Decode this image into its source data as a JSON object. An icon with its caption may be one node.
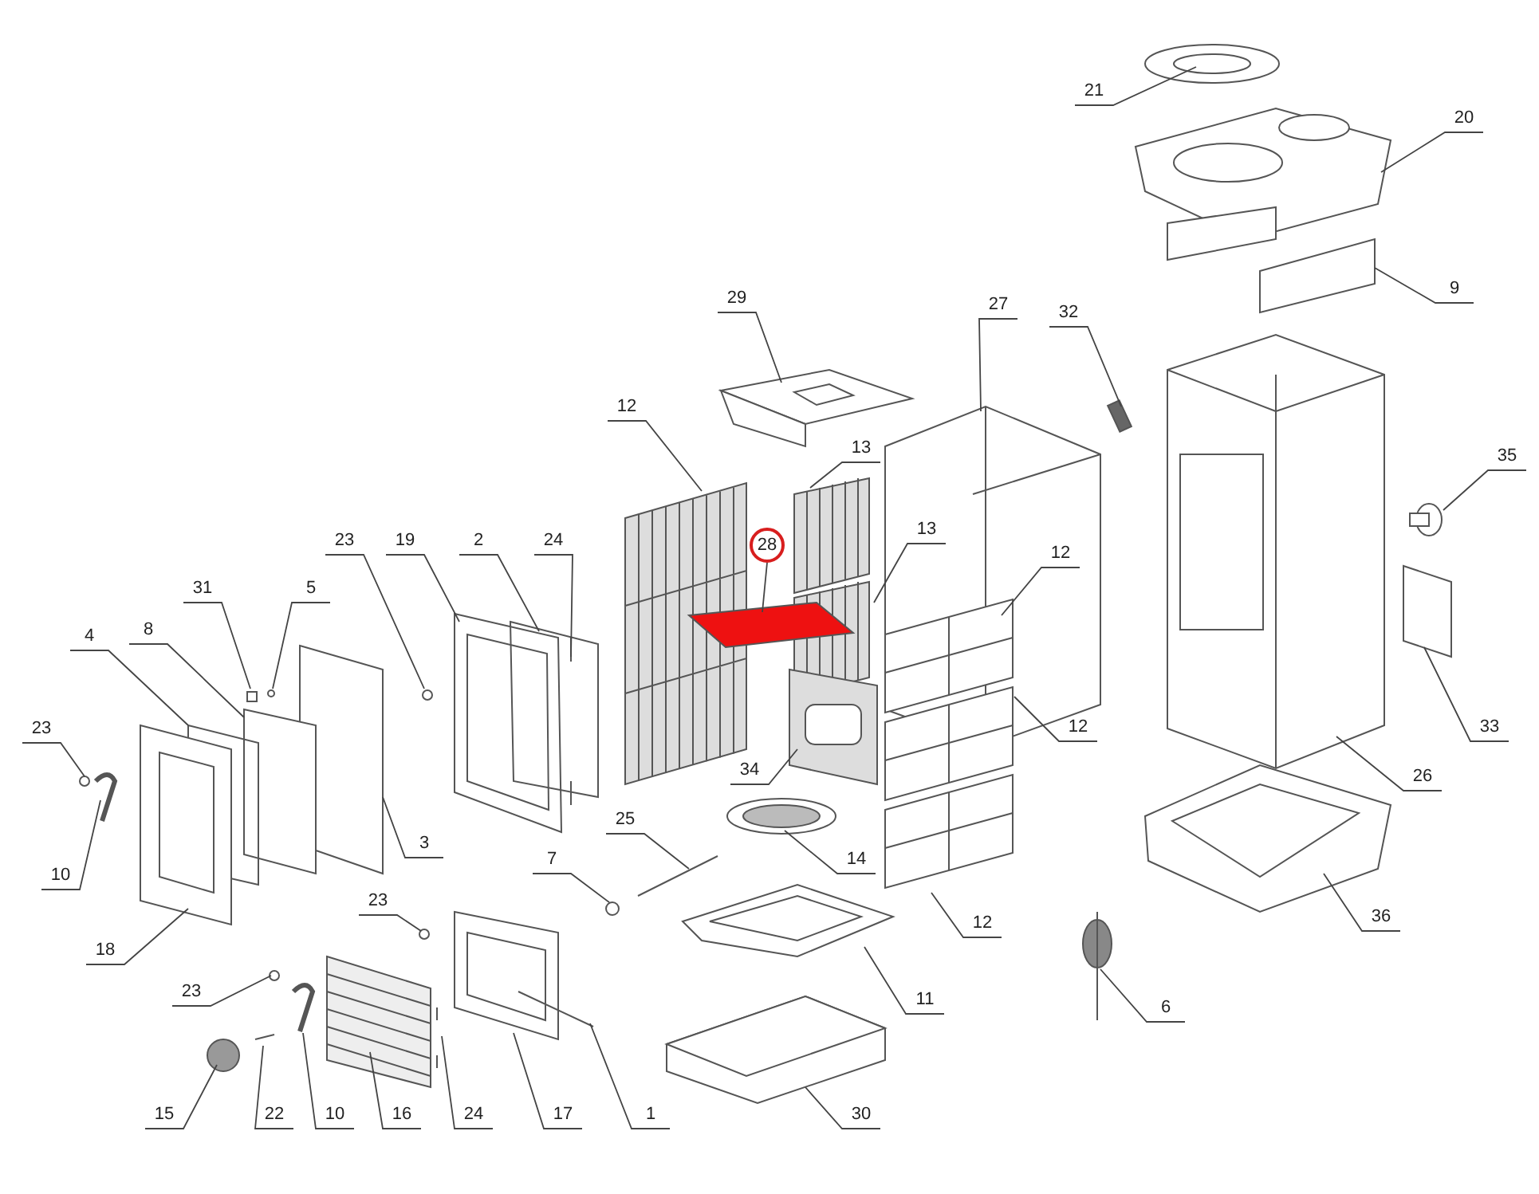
{
  "diagram": {
    "nodes": [
      {
        "text": [
          "21"
        ]
      },
      {
        "text": [
          "20"
        ]
      },
      {
        "text": [
          "9"
        ]
      },
      {
        "text": [
          "29"
        ]
      },
      {
        "text": [
          "27"
        ]
      },
      {
        "text": [
          "32"
        ]
      },
      {
        "text": [
          "12"
        ]
      },
      {
        "text": [
          "13"
        ]
      },
      {
        "text": [
          "35"
        ]
      },
      {
        "text": [
          "28"
        ]
      },
      {
        "text": [
          "13"
        ]
      },
      {
        "text": [
          "23"
        ]
      },
      {
        "text": [
          "19"
        ]
      },
      {
        "text": [
          "2"
        ]
      },
      {
        "text": [
          "24"
        ]
      },
      {
        "text": [
          "31"
        ]
      },
      {
        "text": [
          "5"
        ]
      },
      {
        "text": [
          "12"
        ]
      },
      {
        "text": [
          "4"
        ]
      },
      {
        "text": [
          "8"
        ]
      },
      {
        "text": [
          "23"
        ]
      },
      {
        "text": [
          "12"
        ]
      },
      {
        "text": [
          "33"
        ]
      },
      {
        "text": [
          "26"
        ]
      },
      {
        "text": [
          "34"
        ]
      },
      {
        "text": [
          "25"
        ]
      },
      {
        "text": [
          "3"
        ]
      },
      {
        "text": [
          "10"
        ]
      },
      {
        "text": [
          "7"
        ]
      },
      {
        "text": [
          "14"
        ]
      },
      {
        "text": [
          "23"
        ]
      },
      {
        "text": [
          "18"
        ]
      },
      {
        "text": [
          "12"
        ]
      },
      {
        "text": [
          "11"
        ]
      },
      {
        "text": [
          "36"
        ]
      },
      {
        "text": [
          "23"
        ]
      },
      {
        "text": [
          "6"
        ]
      },
      {
        "text": [
          "15"
        ]
      },
      {
        "text": [
          "22"
        ]
      },
      {
        "text": [
          "10"
        ]
      },
      {
        "text": [
          "16"
        ]
      },
      {
        "text": [
          "24"
        ]
      },
      {
        "text": [
          "17"
        ]
      },
      {
        "text": [
          "1"
        ]
      },
      {
        "text": [
          "30"
        ]
      }
    ],
    "edges": [
      {
        "from": 0,
        "to": null,
        "arrow": "none"
      },
      {
        "from": 1,
        "to": null,
        "arrow": "none"
      },
      {
        "from": 2,
        "to": null,
        "arrow": "none"
      },
      {
        "from": 3,
        "to": null,
        "arrow": "none"
      },
      {
        "from": 4,
        "to": null,
        "arrow": "none"
      },
      {
        "from": 5,
        "to": null,
        "arrow": "none"
      },
      {
        "from": 6,
        "to": null,
        "arrow": "none"
      },
      {
        "from": 7,
        "to": null,
        "arrow": "none"
      },
      {
        "from": 8,
        "to": null,
        "arrow": "none"
      },
      {
        "from": 9,
        "to": null,
        "arrow": "none"
      },
      {
        "from": 10,
        "to": null,
        "arrow": "none"
      },
      {
        "from": 11,
        "to": null,
        "arrow": "none"
      },
      {
        "from": 12,
        "to": null,
        "arrow": "none"
      },
      {
        "from": 13,
        "to": null,
        "arrow": "none"
      },
      {
        "from": 14,
        "to": null,
        "arrow": "none"
      },
      {
        "from": 15,
        "to": null,
        "arrow": "none"
      },
      {
        "from": 16,
        "to": null,
        "arrow": "none"
      },
      {
        "from": 17,
        "to": null,
        "arrow": "none"
      },
      {
        "from": 18,
        "to": null,
        "arrow": "none"
      },
      {
        "from": 19,
        "to": null,
        "arrow": "none"
      },
      {
        "from": 20,
        "to": null,
        "arrow": "none"
      },
      {
        "from": 21,
        "to": null,
        "arrow": "none"
      },
      {
        "from": 22,
        "to": null,
        "arrow": "none"
      },
      {
        "from": 23,
        "to": null,
        "arrow": "none"
      },
      {
        "from": 24,
        "to": null,
        "arrow": "none"
      },
      {
        "from": 25,
        "to": null,
        "arrow": "none"
      },
      {
        "from": 26,
        "to": null,
        "arrow": "none"
      },
      {
        "from": 27,
        "to": null,
        "arrow": "none"
      },
      {
        "from": 28,
        "to": null,
        "arrow": "none"
      },
      {
        "from": 29,
        "to": null,
        "arrow": "none"
      },
      {
        "from": 30,
        "to": null,
        "arrow": "none"
      },
      {
        "from": 31,
        "to": null,
        "arrow": "none"
      },
      {
        "from": 32,
        "to": null,
        "arrow": "none"
      },
      {
        "from": 33,
        "to": null,
        "arrow": "none"
      },
      {
        "from": 34,
        "to": null,
        "arrow": "none"
      },
      {
        "from": 35,
        "to": null,
        "arrow": "none"
      },
      {
        "from": 36,
        "to": null,
        "arrow": "none"
      },
      {
        "from": 37,
        "to": null,
        "arrow": "none"
      },
      {
        "from": 38,
        "to": null,
        "arrow": "none"
      },
      {
        "from": 39,
        "to": null,
        "arrow": "none"
      },
      {
        "from": 40,
        "to": null,
        "arrow": "none"
      },
      {
        "from": 41,
        "to": null,
        "arrow": "none"
      },
      {
        "from": 42,
        "to": null,
        "arrow": "none"
      },
      {
        "from": 43,
        "to": null,
        "arrow": "none"
      },
      {
        "from": 44,
        "to": null,
        "arrow": "none"
      }
    ]
  }
}
